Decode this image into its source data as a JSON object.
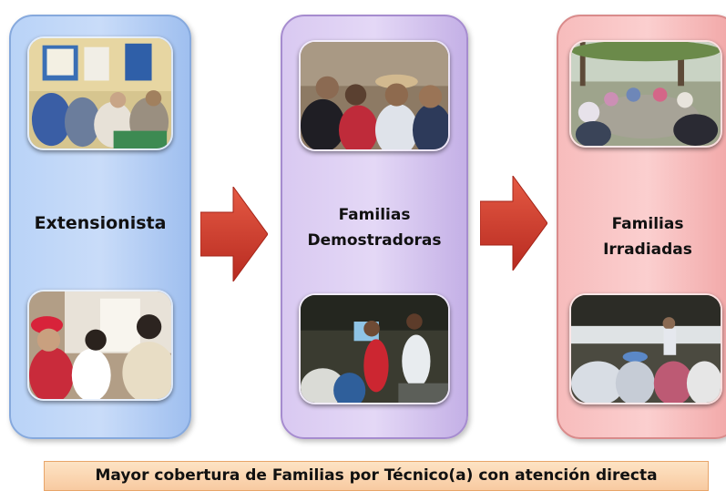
{
  "panels": [
    {
      "label_lines": [
        "Extensionista"
      ],
      "color": "#c9dcf9"
    },
    {
      "label_lines": [
        "Familias",
        "Demostradoras"
      ],
      "color": "#e4d8f6"
    },
    {
      "label_lines": [
        "Familias",
        "Irradiadas"
      ],
      "color": "#fbcfcf"
    }
  ],
  "footer": {
    "text": "Mayor cobertura de Familias por Técnico(a) con atención directa"
  },
  "arrow_color": "#d93a2b"
}
